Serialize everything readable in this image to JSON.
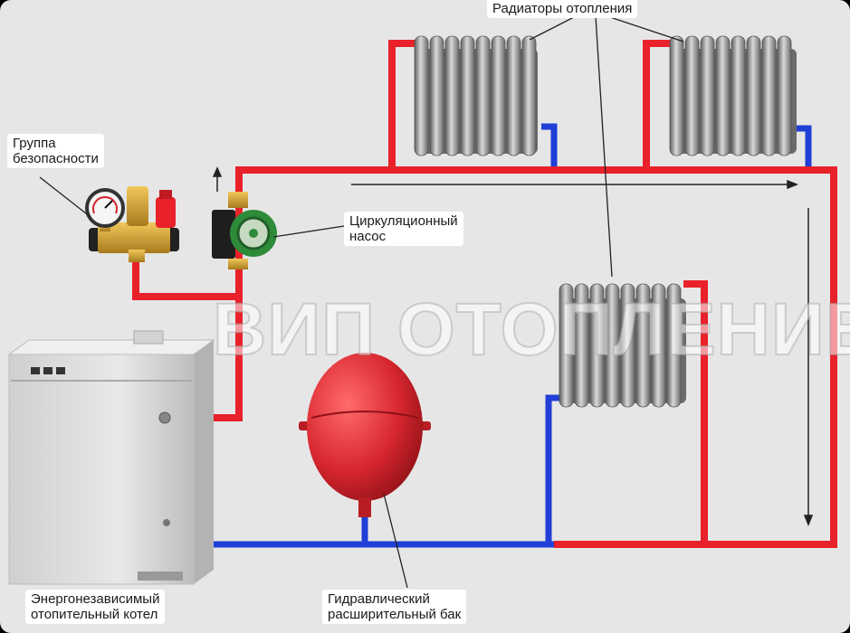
{
  "labels": {
    "radiators": "Радиаторы отопления",
    "safety_group": "Группа\nбезопасности",
    "pump": "Циркуляционный\nнасос",
    "boiler": "Энергонезависимый\nотопительный котел",
    "tank": "Гидравлический\nрасширительный бак"
  },
  "watermark": "ВИП ОТОПЛЕНИЕ",
  "colors": {
    "background": "#e6e6e6",
    "hot_pipe": "#e8212a",
    "cold_pipe": "#1f3fd6",
    "tank": "#d7262e",
    "radiator": "#9a9a9a",
    "pump": "#2e8b3a",
    "boiler": "#d8d8d8"
  },
  "icons": [
    "pressure-gauge-icon",
    "flow-arrow-icon"
  ]
}
